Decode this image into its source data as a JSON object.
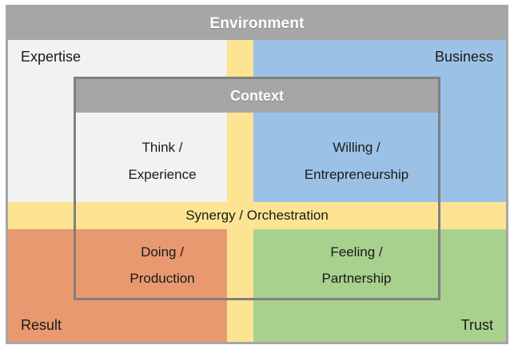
{
  "diagram": {
    "title": "Environment",
    "environment_label": "Environment",
    "context_label": "Context",
    "axes": {
      "top_left": "Expertise",
      "top_right": "Business",
      "bottom_left": "Result",
      "bottom_right": "Trust"
    },
    "center_band_label": "Synergy / Orchestration",
    "cells": [
      {
        "name": "think-experience",
        "line1": "Think /",
        "line2": "Experience"
      },
      {
        "name": "willing-entrepreneurship",
        "line1": "Willing /",
        "line2": "Entrepreneurship"
      },
      {
        "name": "doing-production",
        "line1": "Doing /",
        "line2": "Production"
      },
      {
        "name": "feeling-partnership",
        "line1": "Feeling /",
        "line2": "Partnership"
      }
    ],
    "colors": {
      "environment_bar": "#A6A6A6",
      "context_bar": "#A6A6A6",
      "context_border": "#808080",
      "outer_border": "#A6A6A6",
      "expertise": "#F2F2F2",
      "business": "#9BC2E6",
      "result": "#E8996F",
      "trust": "#A9D18E",
      "synergy_cross": "#FDE493",
      "text": "#1A1A1A",
      "header_text": "#FFFFFF"
    }
  }
}
